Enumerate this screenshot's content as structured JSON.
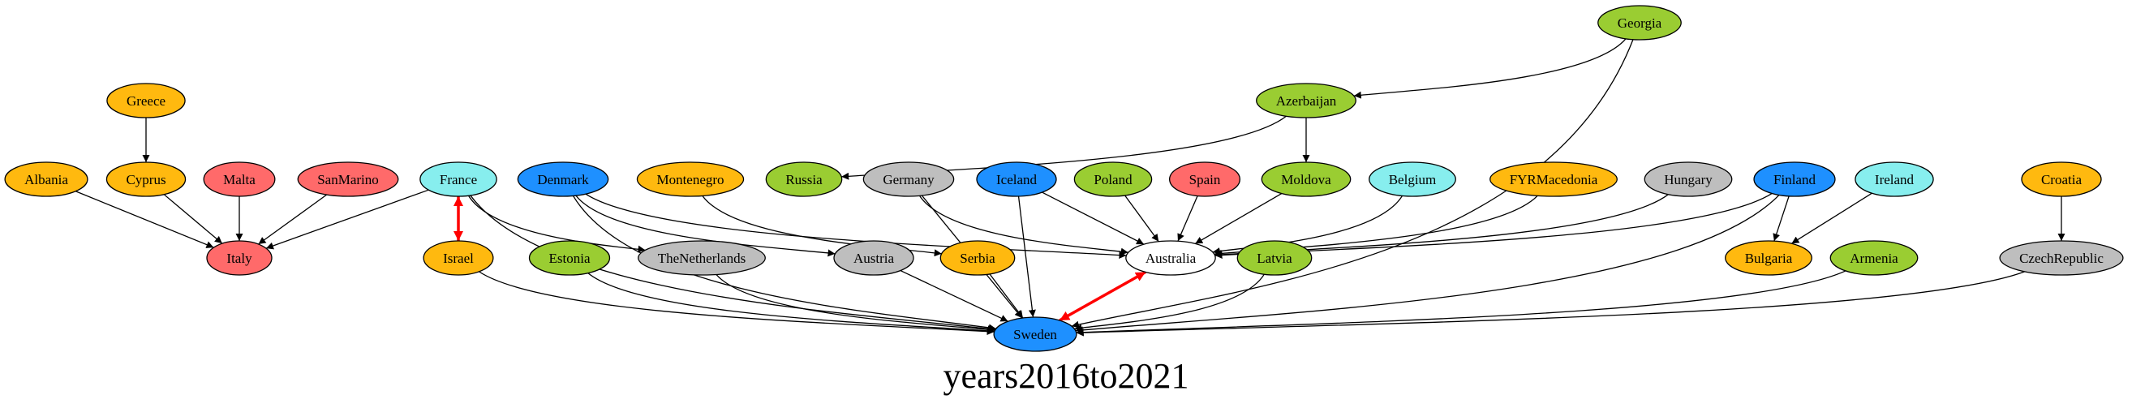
{
  "title": "years2016to2021",
  "colors": {
    "orange": "#FFB90F",
    "red": "#FF6A6A",
    "cyan": "#87EEEE",
    "blue": "#1E90FF",
    "green": "#9ACD32",
    "gray": "#BEBEBE",
    "white": "#FFFFFF",
    "edge": "#000000",
    "mutual": "#FF0000"
  },
  "nodes": [
    {
      "id": "Georgia",
      "label": "Georgia",
      "color": "green"
    },
    {
      "id": "Azerbaijan",
      "label": "Azerbaijan",
      "color": "green"
    },
    {
      "id": "Greece",
      "label": "Greece",
      "color": "orange"
    },
    {
      "id": "Albania",
      "label": "Albania",
      "color": "orange"
    },
    {
      "id": "Cyprus",
      "label": "Cyprus",
      "color": "orange"
    },
    {
      "id": "Malta",
      "label": "Malta",
      "color": "red"
    },
    {
      "id": "SanMarino",
      "label": "SanMarino",
      "color": "red"
    },
    {
      "id": "France",
      "label": "France",
      "color": "cyan"
    },
    {
      "id": "Denmark",
      "label": "Denmark",
      "color": "blue"
    },
    {
      "id": "Montenegro",
      "label": "Montenegro",
      "color": "orange"
    },
    {
      "id": "Russia",
      "label": "Russia",
      "color": "green"
    },
    {
      "id": "Germany",
      "label": "Germany",
      "color": "gray"
    },
    {
      "id": "Iceland",
      "label": "Iceland",
      "color": "blue"
    },
    {
      "id": "Poland",
      "label": "Poland",
      "color": "green"
    },
    {
      "id": "Spain",
      "label": "Spain",
      "color": "red"
    },
    {
      "id": "Moldova",
      "label": "Moldova",
      "color": "green"
    },
    {
      "id": "Belgium",
      "label": "Belgium",
      "color": "cyan"
    },
    {
      "id": "FYRMacedonia",
      "label": "FYRMacedonia",
      "color": "orange"
    },
    {
      "id": "Hungary",
      "label": "Hungary",
      "color": "gray"
    },
    {
      "id": "Finland",
      "label": "Finland",
      "color": "blue"
    },
    {
      "id": "Ireland",
      "label": "Ireland",
      "color": "cyan"
    },
    {
      "id": "Croatia",
      "label": "Croatia",
      "color": "orange"
    },
    {
      "id": "Italy",
      "label": "Italy",
      "color": "red"
    },
    {
      "id": "Israel",
      "label": "Israel",
      "color": "orange"
    },
    {
      "id": "Estonia",
      "label": "Estonia",
      "color": "green"
    },
    {
      "id": "TheNetherlands",
      "label": "TheNetherlands",
      "color": "gray"
    },
    {
      "id": "Austria",
      "label": "Austria",
      "color": "gray"
    },
    {
      "id": "Serbia",
      "label": "Serbia",
      "color": "orange"
    },
    {
      "id": "Australia",
      "label": "Australia",
      "color": "white"
    },
    {
      "id": "Latvia",
      "label": "Latvia",
      "color": "green"
    },
    {
      "id": "Bulgaria",
      "label": "Bulgaria",
      "color": "orange"
    },
    {
      "id": "Armenia",
      "label": "Armenia",
      "color": "green"
    },
    {
      "id": "CzechRepublic",
      "label": "CzechRepublic",
      "color": "gray"
    },
    {
      "id": "Sweden",
      "label": "Sweden",
      "color": "blue"
    }
  ],
  "edges": [
    {
      "from": "Georgia",
      "to": "Azerbaijan"
    },
    {
      "from": "Georgia",
      "to": "Sweden"
    },
    {
      "from": "Azerbaijan",
      "to": "Russia"
    },
    {
      "from": "Azerbaijan",
      "to": "Moldova"
    },
    {
      "from": "Greece",
      "to": "Cyprus"
    },
    {
      "from": "Albania",
      "to": "Italy"
    },
    {
      "from": "Cyprus",
      "to": "Italy"
    },
    {
      "from": "Malta",
      "to": "Italy"
    },
    {
      "from": "SanMarino",
      "to": "Italy"
    },
    {
      "from": "France",
      "to": "Italy"
    },
    {
      "from": "France",
      "to": "Israel",
      "mutual": true
    },
    {
      "from": "France",
      "to": "TheNetherlands"
    },
    {
      "from": "France",
      "to": "Sweden"
    },
    {
      "from": "Denmark",
      "to": "Austria"
    },
    {
      "from": "Denmark",
      "to": "Australia"
    },
    {
      "from": "Denmark",
      "to": "Sweden"
    },
    {
      "from": "Montenegro",
      "to": "Serbia"
    },
    {
      "from": "Germany",
      "to": "Australia"
    },
    {
      "from": "Germany",
      "to": "Sweden"
    },
    {
      "from": "Iceland",
      "to": "Australia"
    },
    {
      "from": "Iceland",
      "to": "Sweden"
    },
    {
      "from": "Poland",
      "to": "Australia"
    },
    {
      "from": "Spain",
      "to": "Australia"
    },
    {
      "from": "Moldova",
      "to": "Australia"
    },
    {
      "from": "Belgium",
      "to": "Australia"
    },
    {
      "from": "FYRMacedonia",
      "to": "Australia"
    },
    {
      "from": "Hungary",
      "to": "Australia"
    },
    {
      "from": "Finland",
      "to": "Australia"
    },
    {
      "from": "Finland",
      "to": "Bulgaria"
    },
    {
      "from": "Finland",
      "to": "Sweden"
    },
    {
      "from": "Ireland",
      "to": "Bulgaria"
    },
    {
      "from": "Croatia",
      "to": "CzechRepublic"
    },
    {
      "from": "Israel",
      "to": "Sweden"
    },
    {
      "from": "Estonia",
      "to": "Sweden"
    },
    {
      "from": "TheNetherlands",
      "to": "Sweden"
    },
    {
      "from": "Austria",
      "to": "Sweden"
    },
    {
      "from": "Serbia",
      "to": "Sweden"
    },
    {
      "from": "Australia",
      "to": "Sweden",
      "mutual": true
    },
    {
      "from": "Latvia",
      "to": "Sweden"
    },
    {
      "from": "Armenia",
      "to": "Sweden"
    },
    {
      "from": "CzechRepublic",
      "to": "Sweden"
    }
  ]
}
